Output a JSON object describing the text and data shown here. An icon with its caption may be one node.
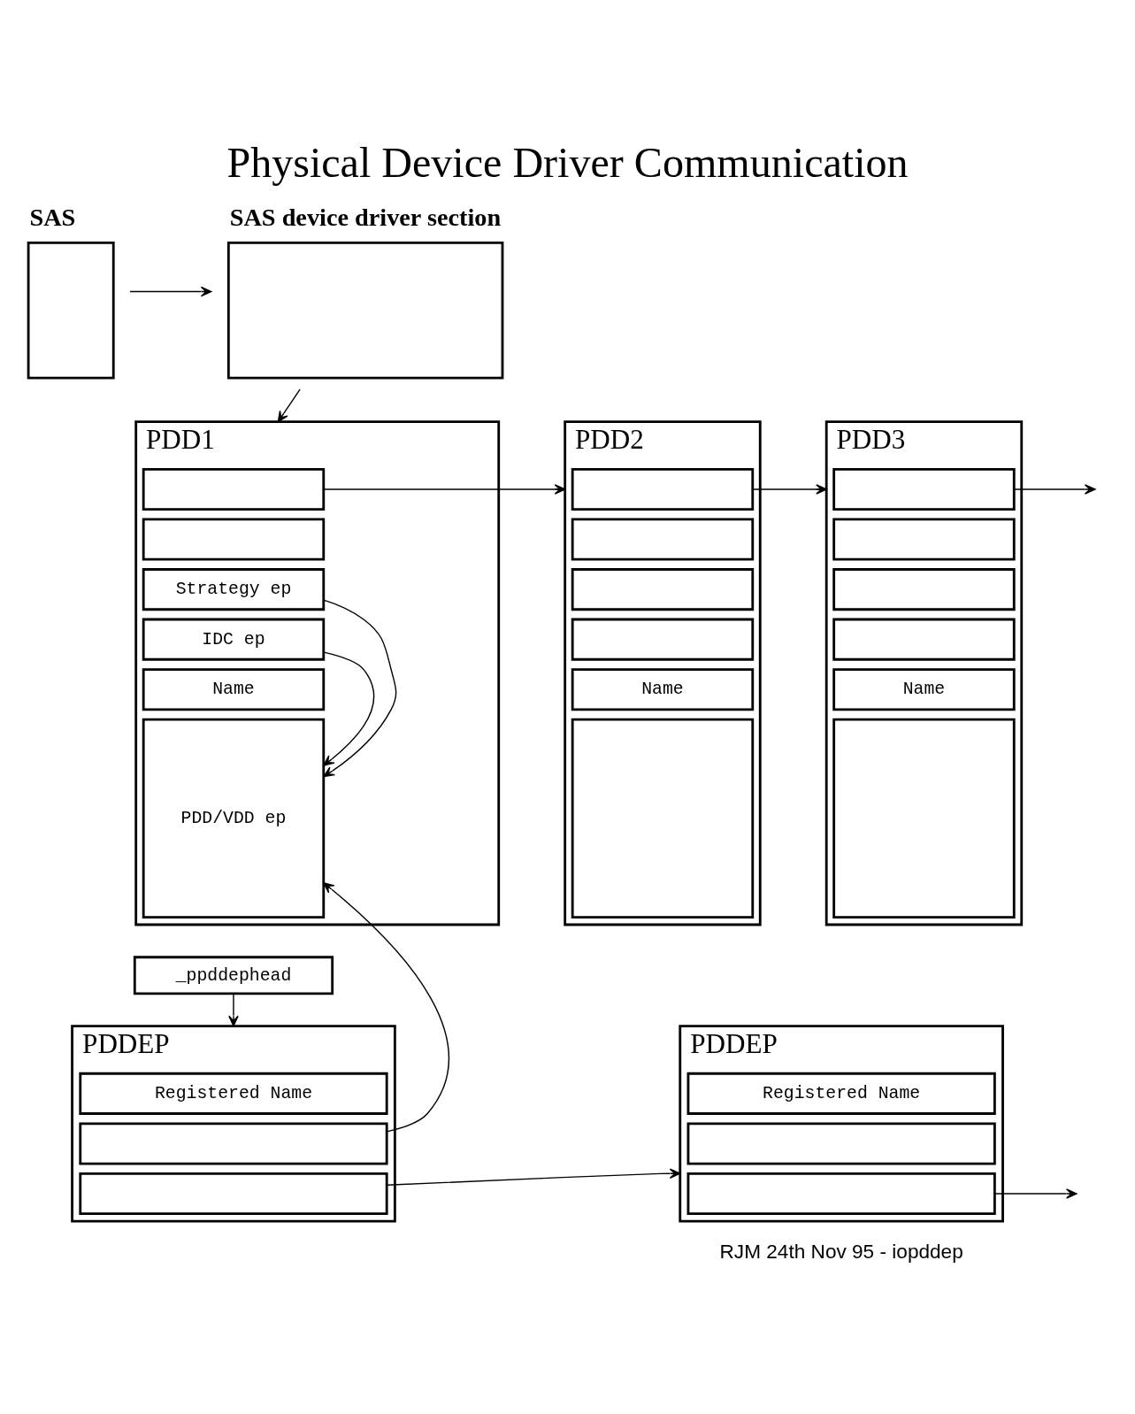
{
  "diagram": {
    "title": "Physical Device Driver Communication",
    "nodes": [
      {
        "text": [
          "SAS"
        ]
      },
      {
        "text": [
          "SAS device driver section"
        ]
      },
      {
        "text": [
          "PDD1"
        ]
      },
      {
        "text": [],
        "shape": "box",
        "in": 2
      },
      {
        "text": [],
        "shape": "box",
        "in": 2
      },
      {
        "text": [
          "Strategy ep"
        ],
        "in": 2
      },
      {
        "text": [
          "IDC ep"
        ],
        "in": 2
      },
      {
        "text": [
          "Name"
        ],
        "in": 2
      },
      {
        "text": [
          "PDD/VDD ep"
        ],
        "in": 2
      },
      {
        "text": [
          "PDD2"
        ]
      },
      {
        "text": [],
        "shape": "box",
        "in": 9
      },
      {
        "text": [],
        "shape": "box",
        "in": 9
      },
      {
        "text": [],
        "shape": "box",
        "in": 9
      },
      {
        "text": [],
        "shape": "box",
        "in": 9
      },
      {
        "text": [
          "Name"
        ],
        "in": 9
      },
      {
        "text": [],
        "shape": "box",
        "in": 9
      },
      {
        "text": [
          "PDD3"
        ]
      },
      {
        "text": [],
        "shape": "box",
        "in": 16
      },
      {
        "text": [],
        "shape": "box",
        "in": 16
      },
      {
        "text": [],
        "shape": "box",
        "in": 16
      },
      {
        "text": [],
        "shape": "box",
        "in": 16
      },
      {
        "text": [
          "Name"
        ],
        "in": 16
      },
      {
        "text": [],
        "shape": "box",
        "in": 16
      },
      {
        "text": [
          "_ppddephead"
        ]
      },
      {
        "text": [
          "PDDEP"
        ]
      },
      {
        "text": [
          "Registered Name"
        ],
        "in": 24
      },
      {
        "text": [],
        "shape": "box",
        "in": 24
      },
      {
        "text": [],
        "shape": "box",
        "in": 24
      },
      {
        "text": [
          "PDDEP"
        ]
      },
      {
        "text": [
          "Registered Name"
        ],
        "in": 28
      },
      {
        "text": [],
        "shape": "box",
        "in": 28
      },
      {
        "text": [],
        "shape": "box",
        "in": 28
      }
    ],
    "edges": [
      {
        "from": 0,
        "to": 1,
        "arrow": "to"
      },
      {
        "from": 1,
        "to": 2,
        "arrow": "to"
      },
      {
        "from": 3,
        "to": 9,
        "arrow": "to"
      },
      {
        "from": 10,
        "to": 16,
        "arrow": "to"
      },
      {
        "from": 17,
        "to": null,
        "arrow": "to"
      },
      {
        "from": 5,
        "to": 8,
        "arrow": "to"
      },
      {
        "from": 6,
        "to": 8,
        "arrow": "to"
      },
      {
        "from": 26,
        "to": 8,
        "arrow": "to"
      },
      {
        "from": 23,
        "to": 24,
        "arrow": "to"
      },
      {
        "from": 27,
        "to": 28,
        "arrow": "to"
      },
      {
        "from": 31,
        "to": null,
        "arrow": "to"
      }
    ],
    "labels": [
      "RJM 24th Nov 95 - iopddep"
    ]
  }
}
